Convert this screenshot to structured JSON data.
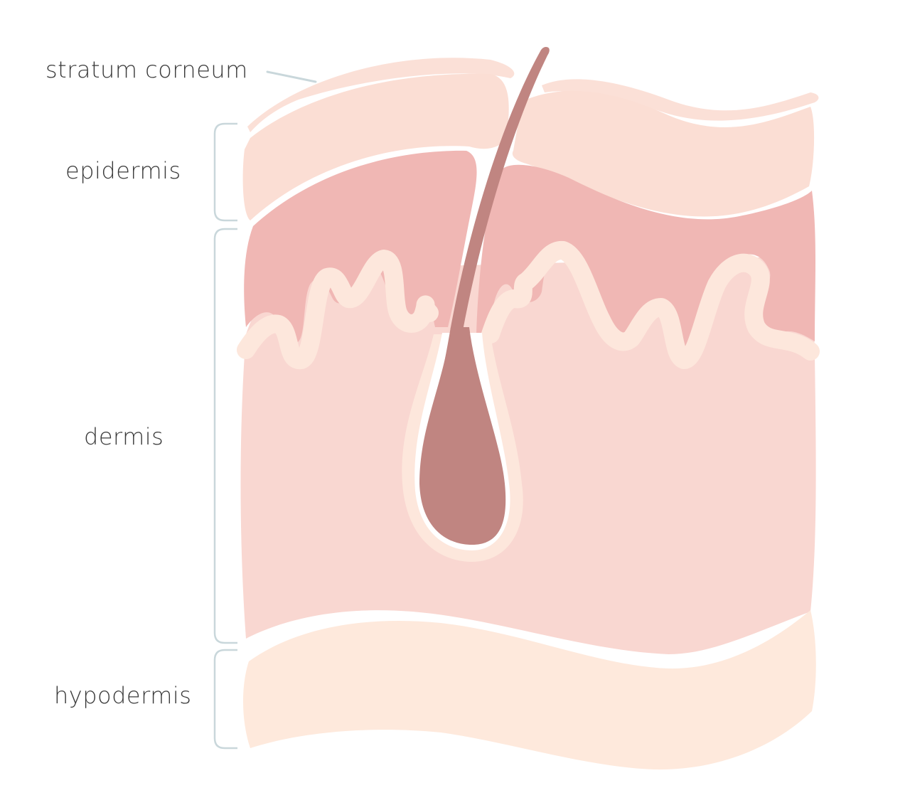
{
  "labels": {
    "stratum_corneum": "stratum corneum",
    "epidermis": "epidermis",
    "dermis": "dermis",
    "hypodermis": "hypodermis"
  },
  "colors": {
    "stratum_corneum": "#fbe0d7",
    "epidermis": "#fbded4",
    "papillary_dermis": "#f0b7b4",
    "dermis": "#f9d7d1",
    "membrane": "#fde7dc",
    "hair": "#c08581",
    "hypodermis": "#fee9dc",
    "bracket": "#c9d7db",
    "text": "#3a3a3a"
  }
}
